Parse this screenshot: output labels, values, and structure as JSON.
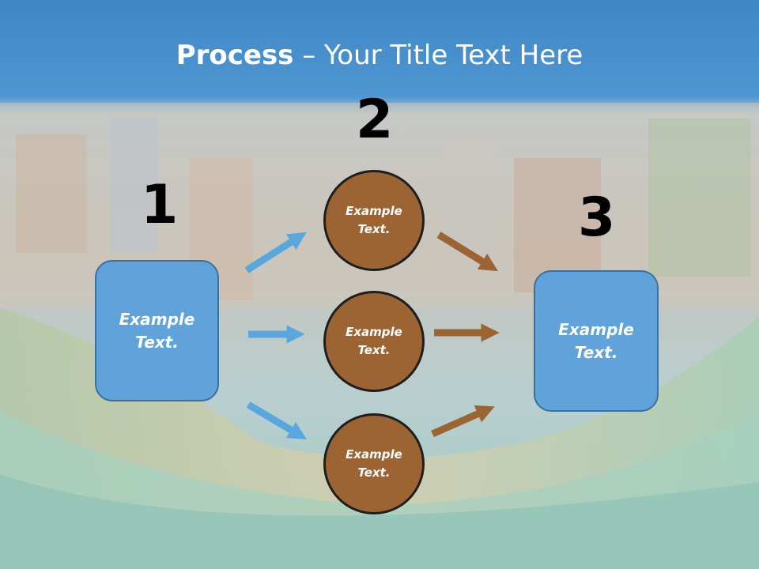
{
  "title": {
    "bold": "Process",
    "rest": " – Your Title Text Here"
  },
  "steps": {
    "one": {
      "number": "1",
      "text_line1": "Example",
      "text_line2": "Text."
    },
    "two": {
      "number": "2",
      "circles": [
        {
          "text_line1": "Example",
          "text_line2": "Text."
        },
        {
          "text_line1": "Example",
          "text_line2": "Text."
        },
        {
          "text_line1": "Example",
          "text_line2": "Text."
        }
      ]
    },
    "three": {
      "number": "3",
      "text_line1": "Example",
      "text_line2": "Text."
    }
  },
  "colors": {
    "header": "#3f87c6",
    "box_fill": "#5fa3da",
    "box_border": "#3d6f9b",
    "circle_fill": "#9b6432",
    "blue_arrow": "#5aa7df",
    "brown_arrow": "#9b6432"
  }
}
